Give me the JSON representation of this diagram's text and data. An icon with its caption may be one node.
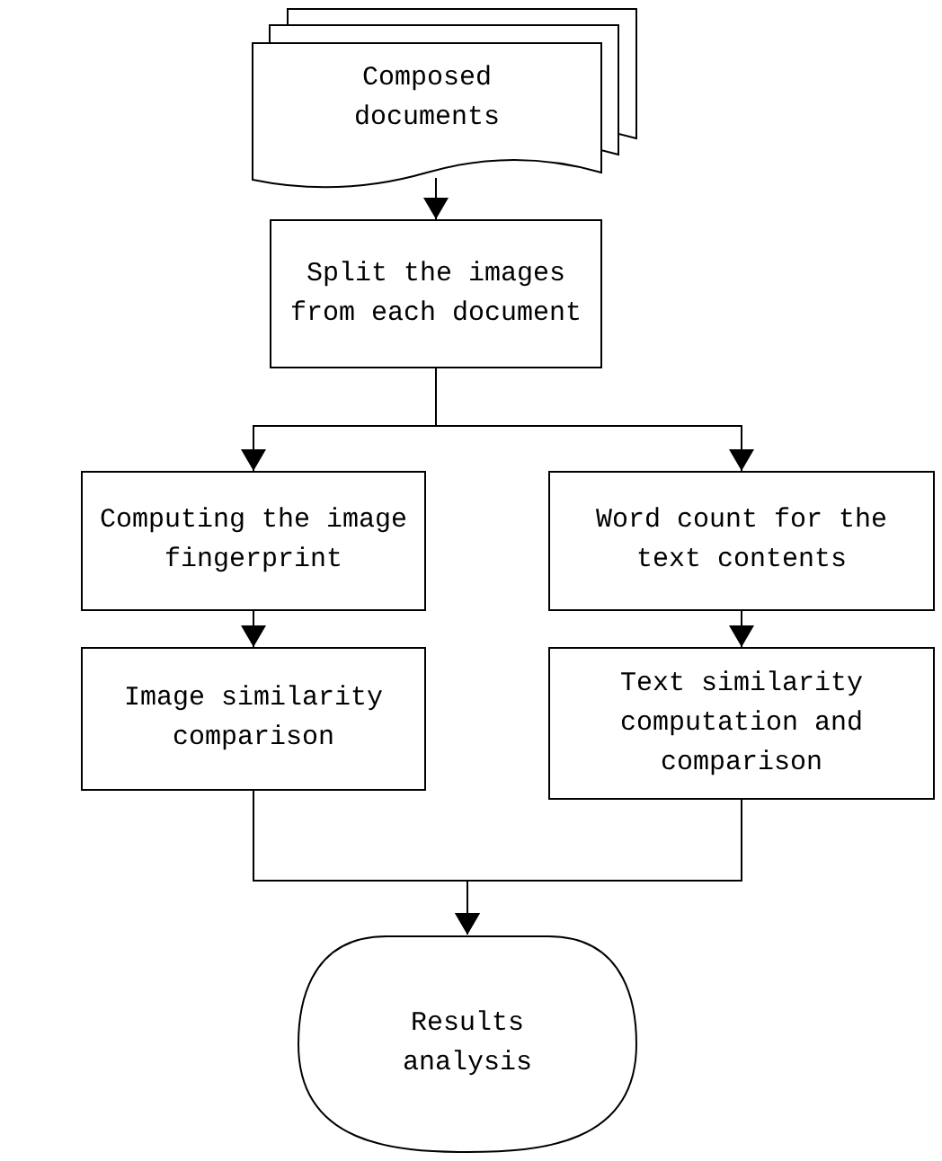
{
  "diagram": {
    "nodes": [
      {
        "text": [
          "Composed documents"
        ]
      },
      {
        "text": [
          "Split the images from each document"
        ]
      },
      {
        "text": [
          "Computing the image fingerprint"
        ]
      },
      {
        "text": [
          "Word count for the text contents"
        ]
      },
      {
        "text": [
          "Image similarity comparison"
        ]
      },
      {
        "text": [
          "Text similarity computation and comparison"
        ]
      },
      {
        "text": [
          "Results analysis"
        ]
      }
    ],
    "edges": [
      {
        "from": 0,
        "to": 1,
        "arrow": "to"
      },
      {
        "from": 1,
        "to": 2,
        "arrow": "to"
      },
      {
        "from": 1,
        "to": 3,
        "arrow": "to"
      },
      {
        "from": 2,
        "to": 4,
        "arrow": "to"
      },
      {
        "from": 3,
        "to": 5,
        "arrow": "to"
      },
      {
        "from": 4,
        "to": 6,
        "arrow": "to"
      },
      {
        "from": 5,
        "to": 6,
        "arrow": "to"
      }
    ]
  }
}
